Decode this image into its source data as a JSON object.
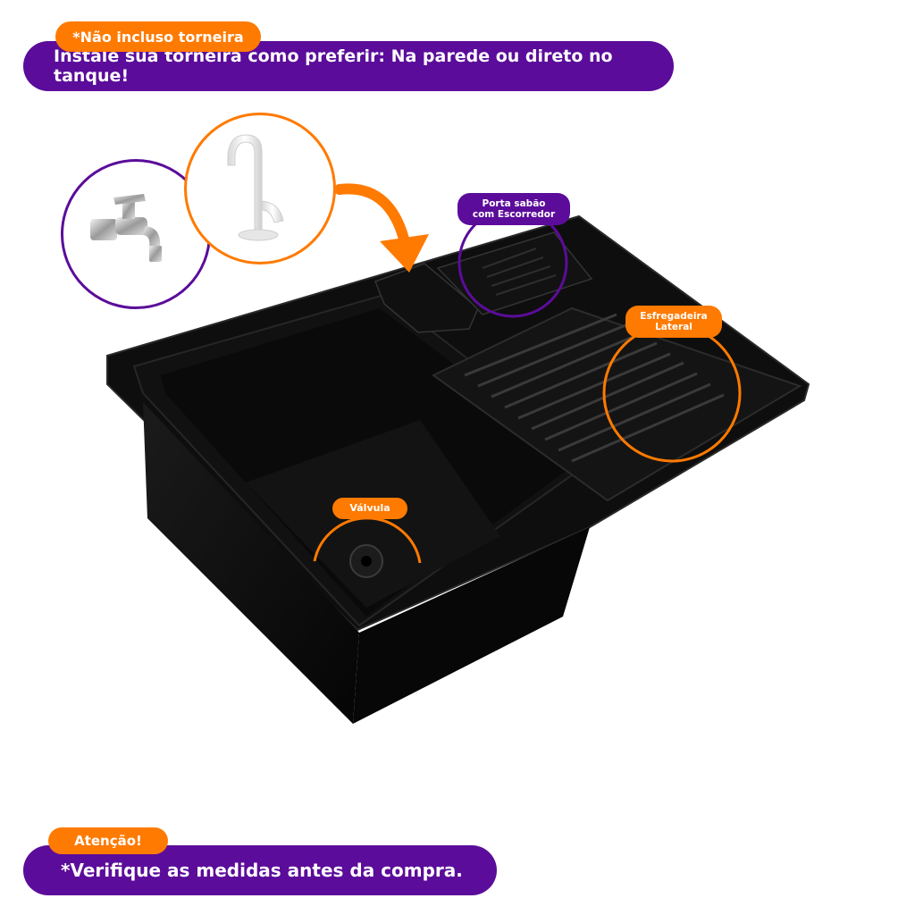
{
  "banners": {
    "top_note": "*Não incluso torneira",
    "top_main": "Instale sua torneira como preferir: Na parede ou direto no tanque!",
    "bottom_note": "Atenção!",
    "bottom_main": "*Verifique as medidas antes da compra."
  },
  "callouts": {
    "porta_sabao_line1": "Porta sabão",
    "porta_sabao_line2": "com Escorredor",
    "esfregadeira_line1": "Esfregadeira",
    "esfregadeira_line2": "Lateral",
    "valvula": "Válvula"
  },
  "colors": {
    "purple": "#5b0c9a",
    "orange": "#ff7a00",
    "sink": "#0b0b0b"
  }
}
